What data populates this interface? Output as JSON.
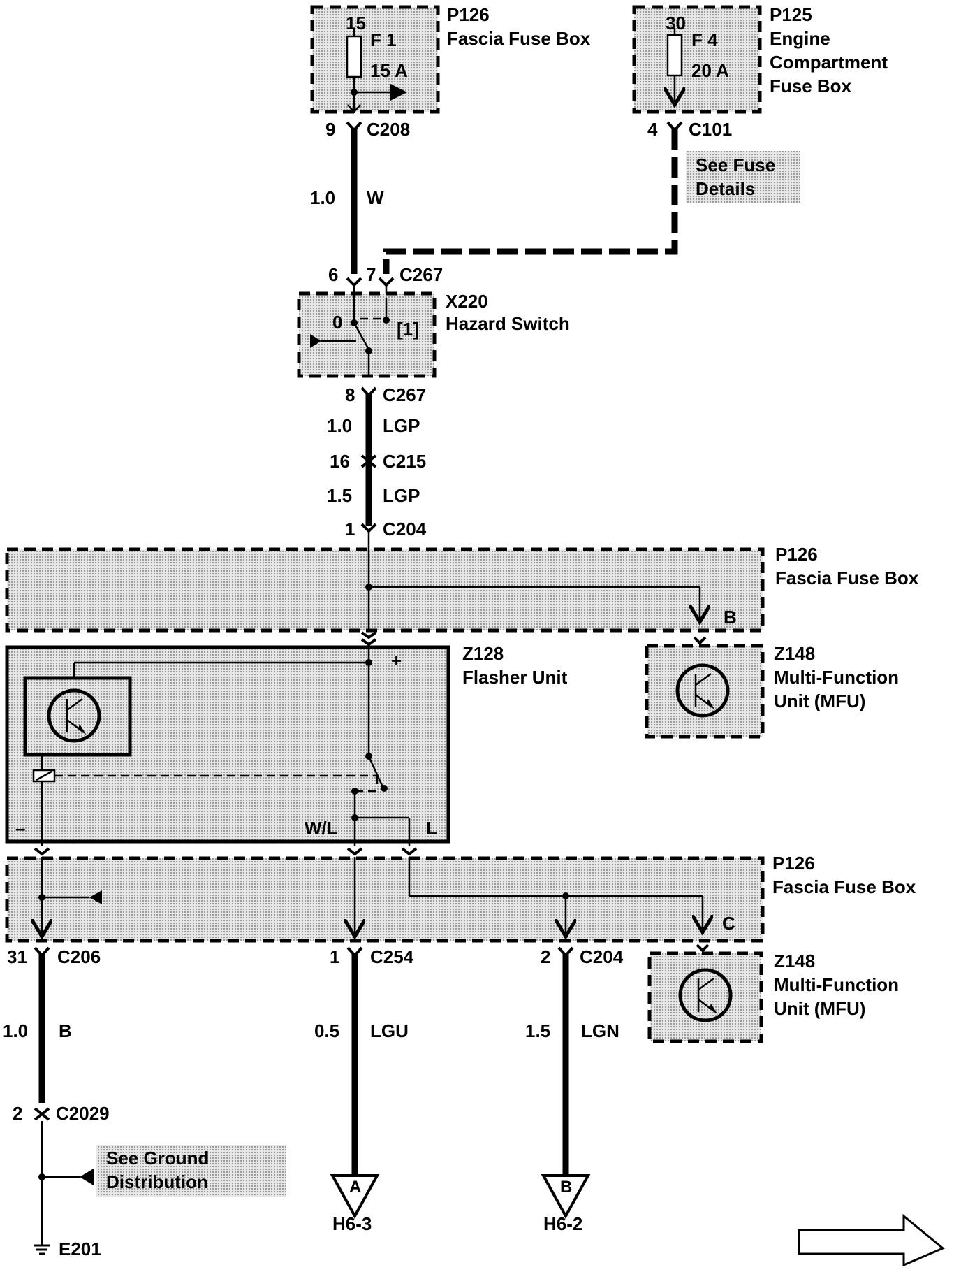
{
  "fuse_boxes": {
    "p126_top": {
      "id": "P126",
      "name": "Fascia Fuse Box",
      "terminal": "15",
      "fuse": "F 1",
      "rating": "15 A"
    },
    "p125": {
      "id": "P125",
      "name_line1": "Engine",
      "name_line2": "Compartment",
      "name_line3": "Fuse Box",
      "terminal": "30",
      "fuse": "F 4",
      "rating": "20 A"
    },
    "p126_mid": {
      "id": "P126",
      "name": "Fascia Fuse Box",
      "pin": "B"
    },
    "p126_bot": {
      "id": "P126",
      "name": "Fascia Fuse Box",
      "pin": "C"
    }
  },
  "connectors": {
    "c208": {
      "pin": "9",
      "name": "C208"
    },
    "c101": {
      "pin": "4",
      "name": "C101"
    },
    "c267_in_a": {
      "pin": "6"
    },
    "c267_in_b": {
      "pin": "7",
      "name": "C267"
    },
    "c267_out": {
      "pin": "8",
      "name": "C267"
    },
    "c215": {
      "pin": "16",
      "name": "C215"
    },
    "c204_top": {
      "pin": "1",
      "name": "C204"
    },
    "c206": {
      "pin": "31",
      "name": "C206"
    },
    "c254": {
      "pin": "1",
      "name": "C254"
    },
    "c204_bot": {
      "pin": "2",
      "name": "C204"
    },
    "c2029": {
      "pin": "2",
      "name": "C2029"
    }
  },
  "wires": {
    "w1": {
      "size": "1.0",
      "color": "W"
    },
    "w2": {
      "size": "1.0",
      "color": "LGP"
    },
    "w3": {
      "size": "1.5",
      "color": "LGP"
    },
    "w4": {
      "size": "1.0",
      "color": "B"
    },
    "w5": {
      "size": "0.5",
      "color": "LGU"
    },
    "w6": {
      "size": "1.5",
      "color": "LGN"
    }
  },
  "notes": {
    "fuse_details_line1": "See Fuse",
    "fuse_details_line2": "Details",
    "ground_dist_line1": "See Ground",
    "ground_dist_line2": "Distribution"
  },
  "components": {
    "hazard_switch": {
      "id": "X220",
      "name": "Hazard Switch",
      "pos0": "0",
      "pos1": "[1]"
    },
    "flasher": {
      "id": "Z128",
      "name": "Flasher Unit",
      "plus": "+",
      "minus": "–",
      "pin_wl": "W/L",
      "pin_l": "L"
    },
    "mfu_top": {
      "id": "Z148",
      "name_line1": "Multi-Function",
      "name_line2": "Unit (MFU)"
    },
    "mfu_bot": {
      "id": "Z148",
      "name_line1": "Multi-Function",
      "name_line2": "Unit (MFU)"
    }
  },
  "ground": {
    "id": "E201"
  },
  "references": {
    "ref_a": {
      "letter": "A",
      "page": "H6-3"
    },
    "ref_b": {
      "letter": "B",
      "page": "H6-2"
    }
  }
}
